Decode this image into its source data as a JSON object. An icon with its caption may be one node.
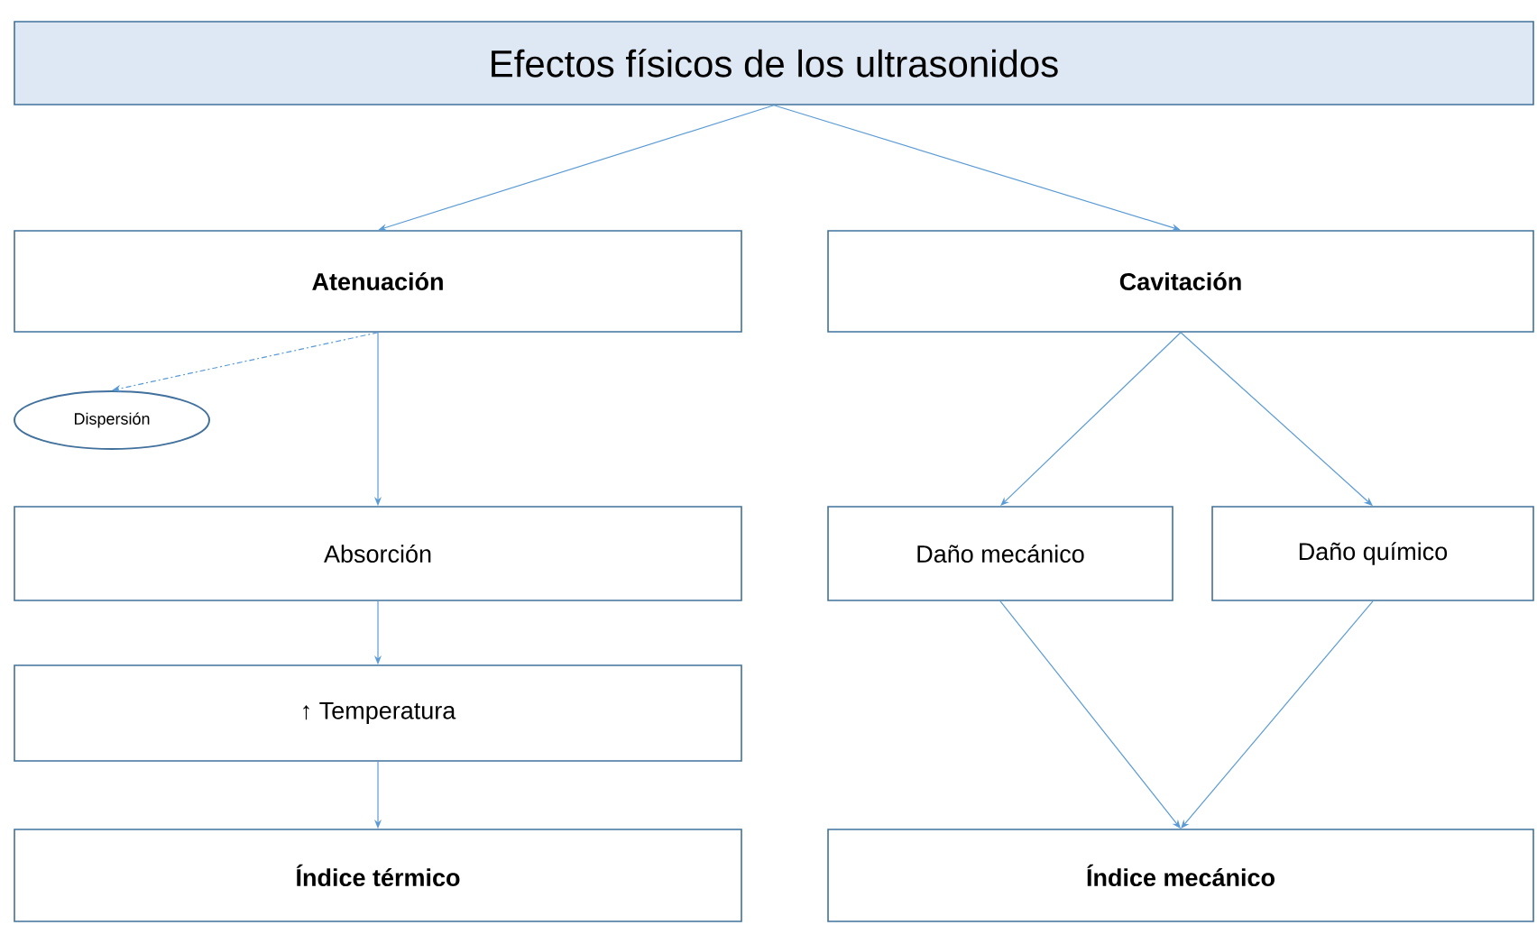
{
  "diagram": {
    "nodes": [
      {
        "text": [
          "Efectos físicos de los ultrasonidos"
        ]
      },
      {
        "text": [
          "Atenuación"
        ]
      },
      {
        "text": [
          "Cavitación"
        ]
      },
      {
        "text": [
          "Dispersión"
        ]
      },
      {
        "text": [
          "Absorción"
        ]
      },
      {
        "text": [
          "↑ Temperatura"
        ]
      },
      {
        "text": [
          "Daño mecánico"
        ]
      },
      {
        "text": [
          "Daño químico"
        ]
      },
      {
        "text": [
          "Índice térmico"
        ]
      },
      {
        "text": [
          "Índice mecánico"
        ]
      }
    ],
    "edges": [
      {
        "from": 0,
        "to": 1,
        "arrow": "to"
      },
      {
        "from": 0,
        "to": 2,
        "arrow": "to"
      },
      {
        "from": 1,
        "to": 3,
        "arrow": "to",
        "style": "dashed"
      },
      {
        "from": 1,
        "to": 4,
        "arrow": "to"
      },
      {
        "from": 2,
        "to": 6,
        "arrow": "to"
      },
      {
        "from": 2,
        "to": 7,
        "arrow": "to"
      },
      {
        "from": 4,
        "to": 5,
        "arrow": "to"
      },
      {
        "from": 5,
        "to": 8,
        "arrow": "to"
      },
      {
        "from": 6,
        "to": 9,
        "arrow": "to"
      },
      {
        "from": 7,
        "to": 9,
        "arrow": "to"
      }
    ]
  }
}
